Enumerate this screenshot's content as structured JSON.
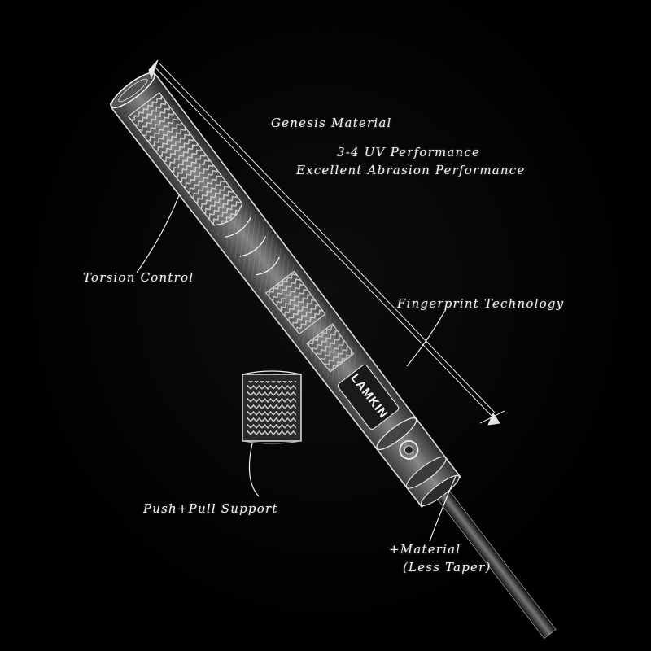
{
  "diagram": {
    "logo_text": "LAMKIN",
    "callouts": {
      "genesis_material": "Genesis Material",
      "uv_performance": "3-4 UV Performance",
      "abrasion_performance": "Excellent Abrasion Performance",
      "torsion_control": "Torsion Control",
      "fingerprint_technology": "Fingerprint Technology",
      "push_pull_support": "Push+Pull Support",
      "material_line1": "+Material",
      "material_line2": "(Less Taper)"
    }
  }
}
